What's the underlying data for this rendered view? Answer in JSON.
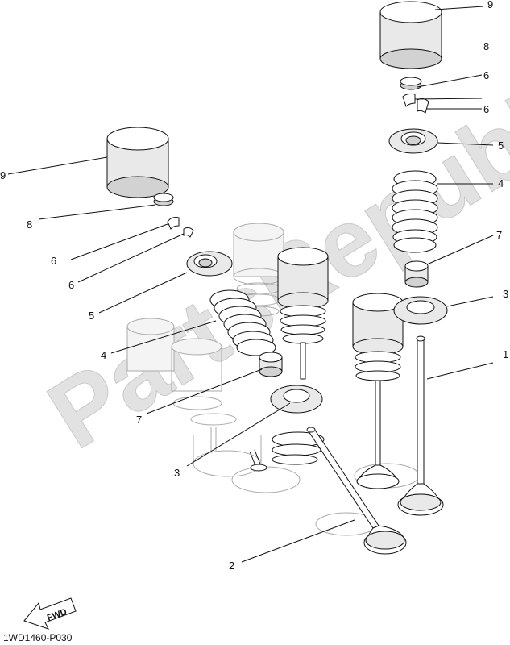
{
  "diagram": {
    "watermark": "PartsRepublik",
    "drawing_code": "1WD1460-P030",
    "fwd_label": "FWD",
    "callouts": {
      "c1": "1",
      "c2": "2",
      "c3a": "3",
      "c3b": "3",
      "c4a": "4",
      "c4b": "4",
      "c5a": "5",
      "c5b": "5",
      "c6a": "6",
      "c6b": "6",
      "c6c": "6",
      "c6d": "6",
      "c7a": "7",
      "c7b": "7",
      "c8a": "8",
      "c8b": "8",
      "c9a": "9",
      "c9b": "9"
    }
  }
}
